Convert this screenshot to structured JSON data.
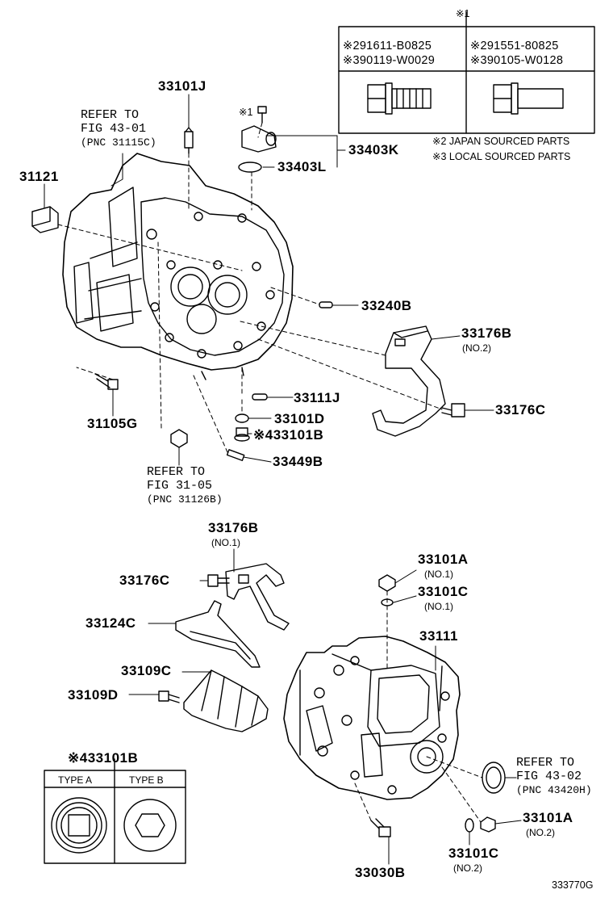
{
  "drawing_id": "333770G",
  "bolt_table": {
    "header": "※1",
    "left_japan": "※291611-B0825",
    "left_local": "※390119-W0029",
    "right_japan": "※291551-80825",
    "right_local": "※390105-W0128"
  },
  "notes": {
    "japan": "※2 JAPAN SOURCED PARTS",
    "local": "※3 LOCAL SOURCED PARTS"
  },
  "refs": {
    "fig4301": {
      "line1": "REFER TO",
      "line2": "FIG 43-01",
      "line3": "(PNC 31115C)"
    },
    "fig3105": {
      "line1": "REFER TO",
      "line2": "FIG 31-05",
      "line3": "(PNC 31126B)"
    },
    "fig4302": {
      "line1": "REFER TO",
      "line2": "FIG 43-02",
      "line3": "(PNC 43420H)"
    }
  },
  "parts": {
    "p33101J": "33101J",
    "mark1": "※1",
    "p31121": "31121",
    "p33403K": "33403K",
    "p33403L": "33403L",
    "p33240B": "33240B",
    "p33176B_top": "33176B",
    "no2_33176B": "(NO.2)",
    "p33176C_top": "33176C",
    "p31105G": "31105G",
    "p33111J": "33111J",
    "p33101D": "33101D",
    "p33101B_top": "※433101B",
    "p33449B": "33449B",
    "p33176B_mid": "33176B",
    "no1_33176B": "(NO.1)",
    "p33176C_mid": "33176C",
    "p33124C": "33124C",
    "p33109C": "33109C",
    "p33109D": "33109D",
    "p33101A_top": "33101A",
    "no1_33101A": "(NO.1)",
    "p33101C_top": "33101C",
    "no1_33101C": "(NO.1)",
    "p33111": "33111",
    "p33101A_bot": "33101A",
    "no2_33101A": "(NO.2)",
    "p33101C_bot": "33101C",
    "no2_33101C": "(NO.2)",
    "p33030B": "33030B",
    "p33101B_inset": "※433101B"
  },
  "type_box": {
    "type_a": "TYPE A",
    "type_b": "TYPE B"
  }
}
